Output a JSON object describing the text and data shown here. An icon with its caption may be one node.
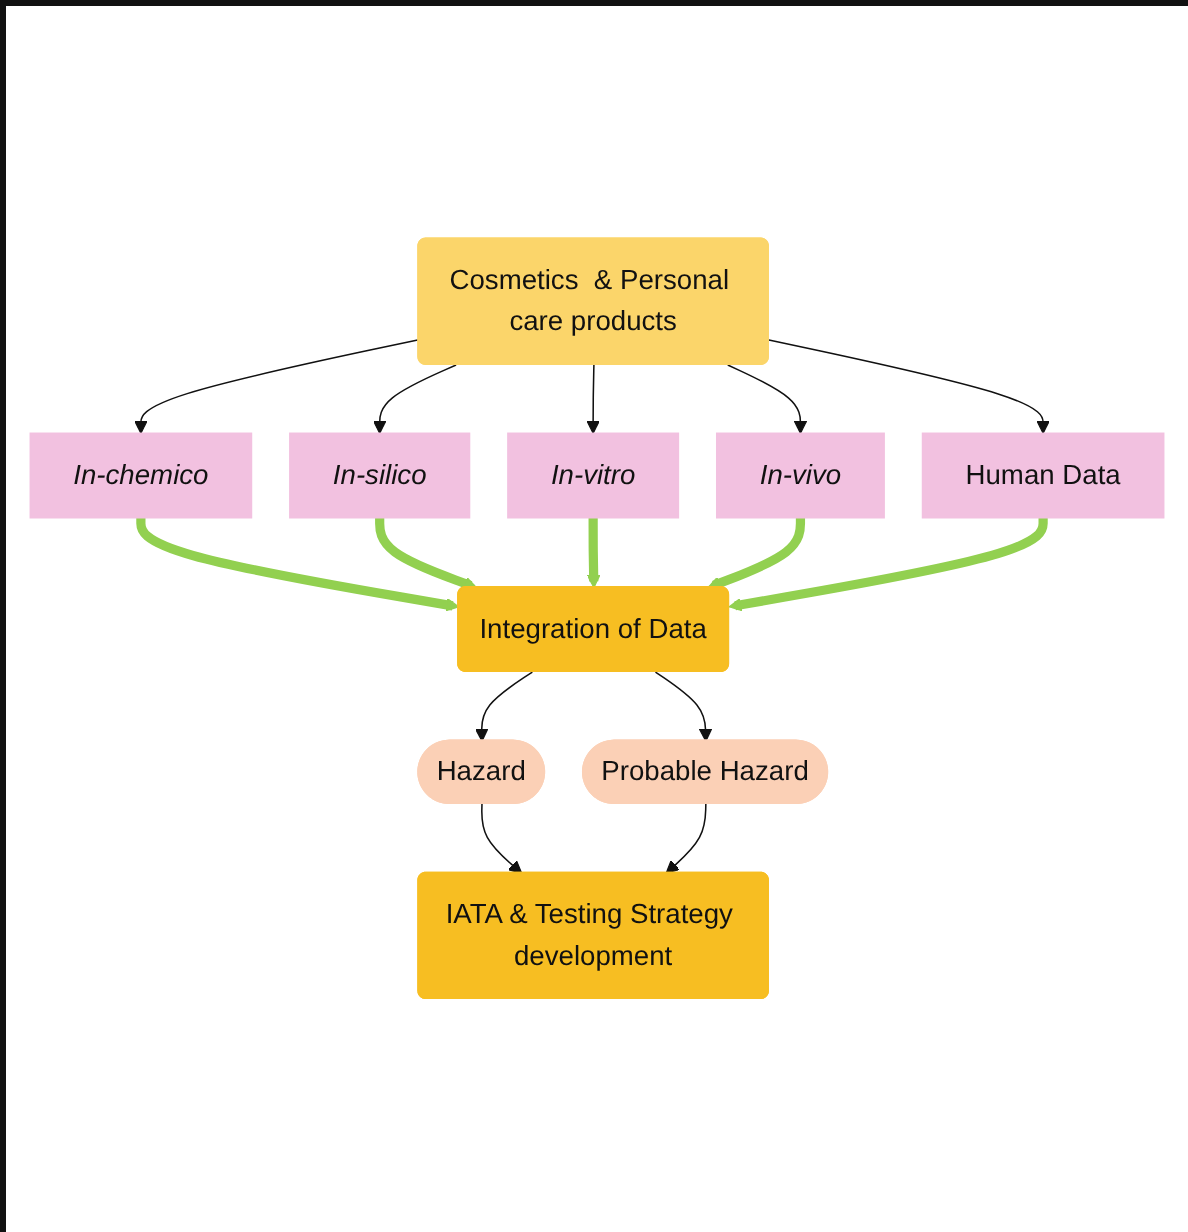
{
  "diagram": {
    "nodes": [
      {
        "text": [
          "Cosmetics  & Personal care products"
        ]
      },
      {
        "text": [
          "In-chemico"
        ]
      },
      {
        "text": [
          "Human Data"
        ]
      },
      {
        "text": [
          "In-silico"
        ]
      },
      {
        "text": [
          "In-vitro"
        ]
      },
      {
        "text": [
          "In-vivo"
        ]
      },
      {
        "text": [
          "Integration of Data"
        ]
      },
      {
        "text": [
          "Hazard"
        ]
      },
      {
        "text": [
          "Probable Hazard"
        ]
      },
      {
        "text": [
          "IATA & Testing Strategy development"
        ]
      }
    ],
    "edges": [
      {
        "from": 0,
        "to": 1,
        "arrow": "to"
      },
      {
        "from": 0,
        "to": 3,
        "arrow": "to"
      },
      {
        "from": 0,
        "to": 4,
        "arrow": "to"
      },
      {
        "from": 0,
        "to": 5,
        "arrow": "to"
      },
      {
        "from": 0,
        "to": 2,
        "arrow": "to"
      },
      {
        "from": 1,
        "to": 6,
        "arrow": "to",
        "style": "thick",
        "color": "#92d050"
      },
      {
        "from": 3,
        "to": 6,
        "arrow": "to",
        "style": "thick",
        "color": "#92d050"
      },
      {
        "from": 4,
        "to": 6,
        "arrow": "to",
        "style": "thick",
        "color": "#92d050"
      },
      {
        "from": 5,
        "to": 6,
        "arrow": "to",
        "style": "thick",
        "color": "#92d050"
      },
      {
        "from": 2,
        "to": 6,
        "arrow": "to",
        "style": "thick",
        "color": "#92d050"
      },
      {
        "from": 6,
        "to": 7,
        "arrow": "to"
      },
      {
        "from": 6,
        "to": 8,
        "arrow": "to"
      },
      {
        "from": 7,
        "to": 9,
        "arrow": "to"
      },
      {
        "from": 8,
        "to": 9,
        "arrow": "to"
      }
    ]
  }
}
